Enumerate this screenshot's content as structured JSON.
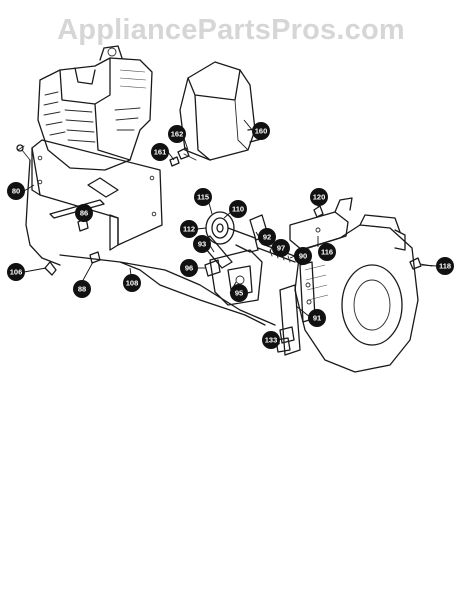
{
  "watermark": "AppliancePartsPros.com",
  "callouts": [
    {
      "id": "c160",
      "label": "160"
    },
    {
      "id": "c162",
      "label": "162"
    },
    {
      "id": "c161",
      "label": "161"
    },
    {
      "id": "c80",
      "label": "80"
    },
    {
      "id": "c86",
      "label": "86"
    },
    {
      "id": "c106",
      "label": "106"
    },
    {
      "id": "c88",
      "label": "88"
    },
    {
      "id": "c108",
      "label": "108"
    },
    {
      "id": "c115",
      "label": "115"
    },
    {
      "id": "c110",
      "label": "110"
    },
    {
      "id": "c112",
      "label": "112"
    },
    {
      "id": "c93",
      "label": "93"
    },
    {
      "id": "c96",
      "label": "96"
    },
    {
      "id": "c95",
      "label": "95"
    },
    {
      "id": "c92",
      "label": "92"
    },
    {
      "id": "c97",
      "label": "97"
    },
    {
      "id": "c90",
      "label": "90"
    },
    {
      "id": "c120",
      "label": "120"
    },
    {
      "id": "c116",
      "label": "116"
    },
    {
      "id": "c118",
      "label": "118"
    },
    {
      "id": "c91",
      "label": "91"
    },
    {
      "id": "c133",
      "label": "133"
    }
  ]
}
